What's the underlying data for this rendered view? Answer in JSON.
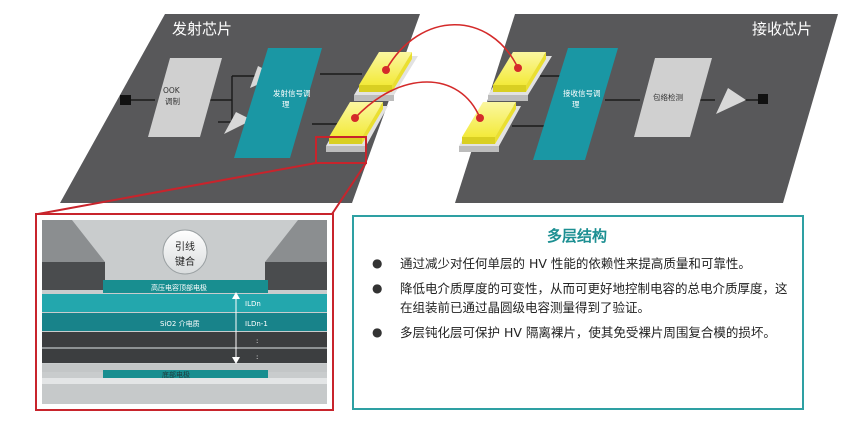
{
  "transmit_chip": {
    "title": "发射芯片",
    "ook_label_line1": "OOK",
    "ook_label_line2": "调制",
    "driver_label_line1": "发射信号调",
    "driver_label_line2": "理"
  },
  "receive_chip": {
    "title": "接收芯片",
    "receiver_label_line1": "接收信号调",
    "receiver_label_line2": "理",
    "envelope_label": "包络检测"
  },
  "cross_section": {
    "bond_label_line1": "引线",
    "bond_label_line2": "键合",
    "top_electrode": "高压电容顶部电极",
    "ild_n": "ILDn",
    "sio2": "SiO2 介电质",
    "ild_n1": "ILDn-1",
    "dot1": ":",
    "dot2": ":",
    "bottom_electrode": "底部电极"
  },
  "info": {
    "title": "多层结构",
    "bullets": [
      "通过减少对任何单层的 HV 性能的依赖性来提高质量和可靠性。",
      "降低电介质厚度的可变性，从而可更好地控制电容的总电介质厚度，这在组装前已通过晶圆级电容测量得到了验证。",
      "多层钝化层可保护 HV 隔离裸片，使其免受裸片周围复合模的损坏。"
    ]
  },
  "colors": {
    "chip_panel": "#5a5a5c",
    "teal_block": "#1a97a4",
    "capacitor_yellow": "#f3ec46",
    "bond_wire": "#d42a2a",
    "info_border": "#2ea0a3"
  }
}
